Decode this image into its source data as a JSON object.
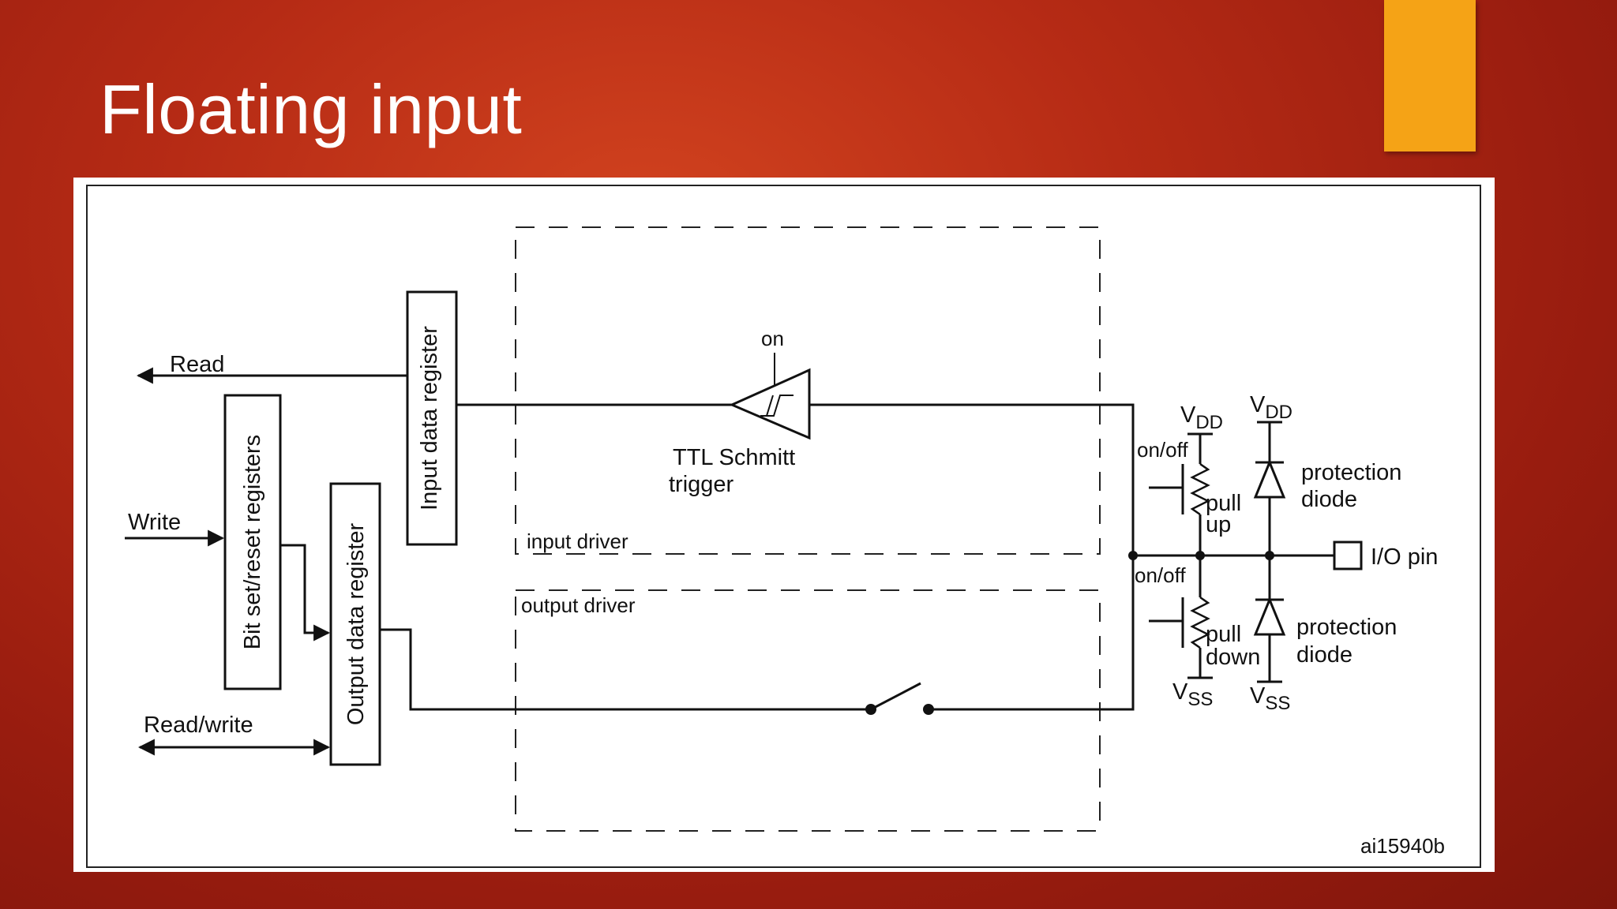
{
  "slide": {
    "title": "Floating input",
    "accent_color": "#f5a316"
  },
  "diagram": {
    "registers": {
      "input_data": "Input data register",
      "bit_set_reset": "Bit set/reset registers",
      "output_data": "Output data register"
    },
    "signals": {
      "read": "Read",
      "write": "Write",
      "read_write": "Read/write"
    },
    "drivers": {
      "input": "input driver",
      "output": "output driver"
    },
    "schmitt": {
      "on": "on",
      "line1": "TTL Schmitt",
      "line2": "trigger"
    },
    "pull_up": {
      "on_off": "on/off",
      "line1": "pull",
      "line2": "up"
    },
    "pull_down": {
      "on_off": "on/off",
      "line1": "pull",
      "line2": "down"
    },
    "power": {
      "vdd_main": "V",
      "vdd_sub": "DD",
      "vss_main": "V",
      "vss_sub": "SS"
    },
    "protection_top": {
      "line1": "protection",
      "line2": "diode"
    },
    "protection_bottom": {
      "line1": "protection",
      "line2": "diode"
    },
    "io_pin": "I/O pin",
    "figure_code": "ai15940b"
  }
}
